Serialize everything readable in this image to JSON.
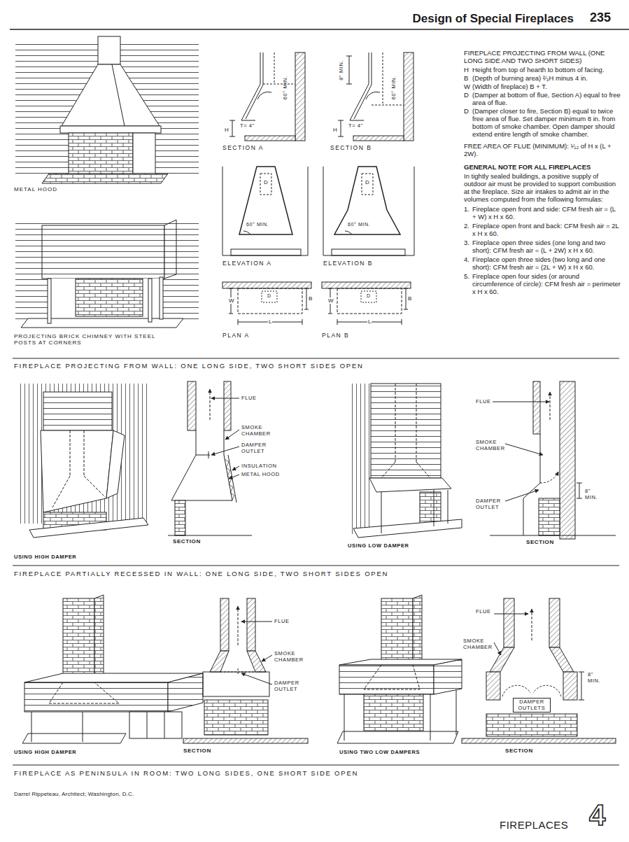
{
  "diagram": {
    "title": "Design of Special Fireplaces",
    "nodes": [
      {
        "text": [
          "DAMPER OUTLETS"
        ]
      }
    ],
    "labels": [
      "235",
      "METAL HOOD",
      "PROJECTING BRICK CHIMNEY WITH STEEL POSTS AT CORNERS",
      "T= 4\"",
      "H",
      "60° MIN.",
      "SECTION A",
      "8\" MIN.",
      "T= 4\"",
      "H",
      "60° MIN.",
      "SECTION B",
      "D",
      "60° MIN.",
      "ELEVATION A",
      "D",
      "60° MIN.",
      "ELEVATION B",
      "W",
      "D",
      "B",
      "L",
      "PLAN A",
      "W",
      "D",
      "B",
      "L",
      "PLAN B",
      "FIREPLACE PROJECTING FROM WALL (ONE LONG SIDE AND TWO SHORT SIDES)",
      "H",
      "Height from top of hearth to bottom of facing.",
      "B",
      "(Depth of burning area) ²⁄₃H minus 4 in.",
      "W",
      "(Width of fireplace) B + T.",
      "D",
      "(Damper at bottom of flue, Section A) equal to free area of flue.",
      "D",
      "(Damper closer to fire, Section B) equal to twice free area of flue. Set damper minimum 8 in. from bottom of smoke chamber. Open damper should extend entire length of smoke chamber.",
      "FREE AREA OF FLUE (MINIMUM): ¹⁄₁₂ of H x (L + 2W).",
      "GENERAL NOTE FOR ALL FIREPLACES",
      "In tightly sealed buildings, a positive supply of outdoor air must be provided to support combustion at the fireplace. Size air intakes to admit air in the volumes computed from the following formulas:",
      "1.",
      "Fireplace open front and side: CFM fresh air = (L + W) x H x 60.",
      "2.",
      "Fireplace open front and back: CFM fresh air = 2L x H x 60.",
      "3.",
      "Fireplace open three sides (one long and two short): CFM fresh air = (L + 2W) x H x 60.",
      "4.",
      "Fireplace open three sides (two long and one short): CFM fresh air = (2L + W) x H x 60.",
      "5.",
      "Fireplace open four sides (or around circumference of circle): CFM fresh air = perimeter x H x 60.",
      "FIREPLACE PROJECTING FROM WALL: ONE LONG SIDE, TWO SHORT SIDES OPEN",
      "FLUE",
      "SMOKE CHAMBER",
      "DAMPER OUTLET",
      "INSULATION",
      "METAL HOOD",
      "SECTION",
      "USING HIGH DAMPER",
      "USING LOW DAMPER",
      "FLUE",
      "SMOKE CHAMBER",
      "8\" MIN.",
      "DAMPER OUTLET",
      "SECTION",
      "FIREPLACE PARTIALLY RECESSED IN WALL: ONE LONG SIDE, TWO SHORT SIDES OPEN",
      "FLUE",
      "SMOKE CHAMBER",
      "DAMPER OUTLET",
      "USING HIGH DAMPER",
      "SECTION",
      "USING TWO LOW DAMPERS",
      "FLUE",
      "SMOKE CHAMBER",
      "8\" MIN.",
      "SECTION",
      "FIREPLACE AS PENINSULA IN ROOM: TWO LONG SIDES, ONE SHORT SIDE OPEN",
      "Darrel Rippeteau, Architect; Washington, D.C.",
      "FIREPLACES",
      "4"
    ]
  }
}
